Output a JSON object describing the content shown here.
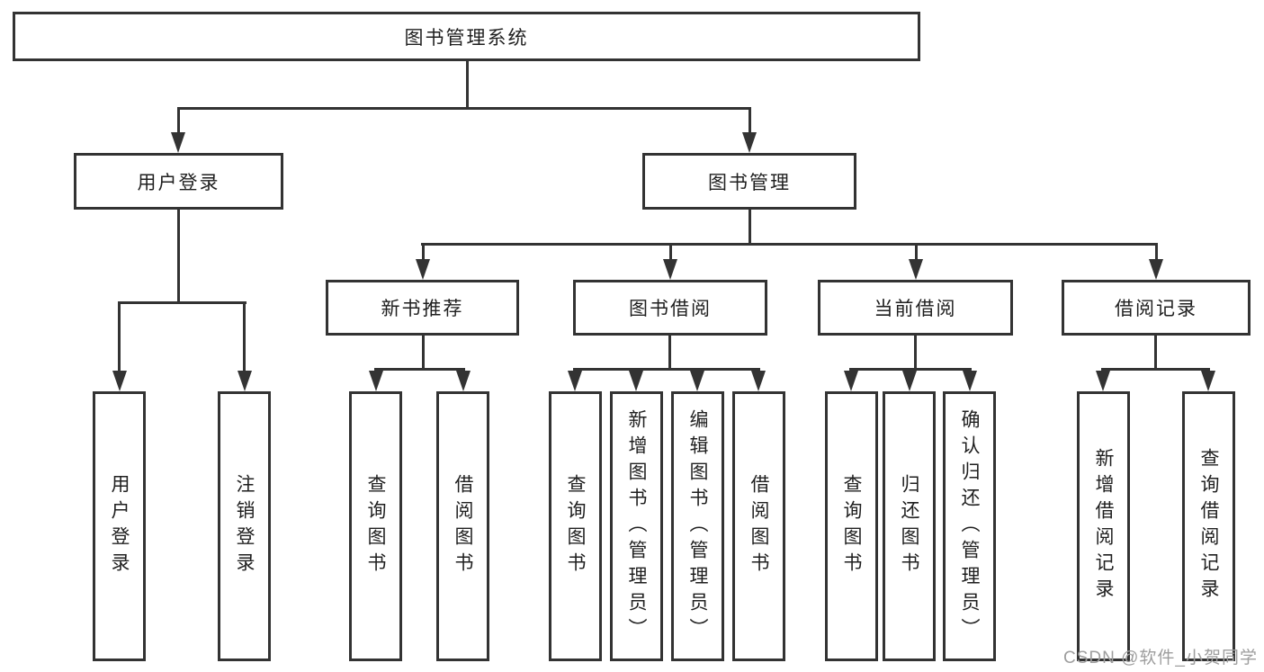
{
  "tree": {
    "label": "图书管理系统",
    "children": [
      {
        "label": "用户登录",
        "children": [
          {
            "label": "用户登录"
          },
          {
            "label": "注销登录"
          }
        ]
      },
      {
        "label": "图书管理",
        "children": [
          {
            "label": "新书推荐",
            "children": [
              {
                "label": "查询图书"
              },
              {
                "label": "借阅图书"
              }
            ]
          },
          {
            "label": "图书借阅",
            "children": [
              {
                "label": "查询图书"
              },
              {
                "label": "新增图书（管理员）"
              },
              {
                "label": "编辑图书（管理员）"
              },
              {
                "label": "借阅图书"
              }
            ]
          },
          {
            "label": "当前借阅",
            "children": [
              {
                "label": "查询图书"
              },
              {
                "label": "归还图书"
              },
              {
                "label": "确认归还（管理员）"
              }
            ]
          },
          {
            "label": "借阅记录",
            "children": [
              {
                "label": "新增借阅记录"
              },
              {
                "label": "查询借阅记录"
              }
            ]
          }
        ]
      }
    ]
  },
  "watermark": {
    "text": "CSDN @软件_小贺同学"
  },
  "colors": {
    "line": "#333333",
    "text": "#1f1f1f",
    "watermark": "#9e9e9e",
    "background": "#ffffff"
  }
}
